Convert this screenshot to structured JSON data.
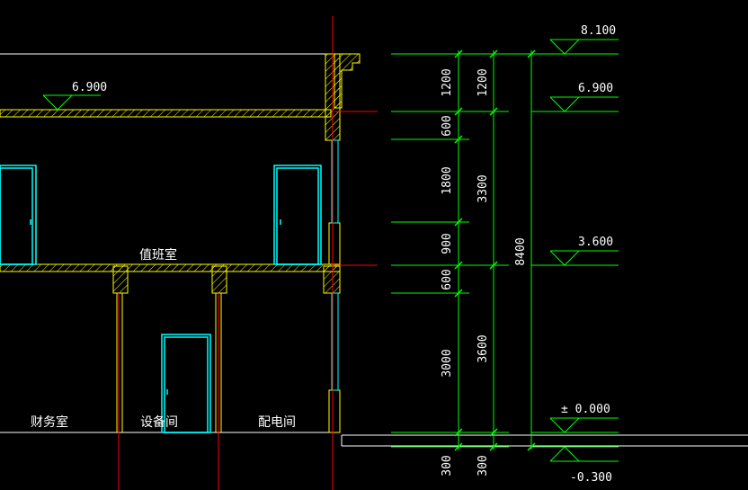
{
  "drawing": {
    "room_labels": {
      "duty_room": "值班室",
      "finance_room": "财务室",
      "equipment_room": "设备间",
      "power_room": "配电间"
    },
    "elevations": {
      "roof_top": "8.100",
      "second_floor_roof": "6.900",
      "second_floor": "3.600",
      "ground_floor": "± 0.000",
      "exterior_ground": "-0.300",
      "left_marker": "6.900"
    },
    "dimensions": {
      "chain_1": [
        "1200",
        "600",
        "1800",
        "900",
        "600",
        "3000",
        "300"
      ],
      "chain_2": [
        "1200",
        "3300",
        "3600",
        "300"
      ],
      "total": "8400"
    },
    "colors": {
      "background": "#000000",
      "outline": "#ffffff",
      "hatch": "#ffff00",
      "door": "#00ffff",
      "axis": "#ff0000",
      "dimension": "#00ff00",
      "text": "#ffffff"
    }
  }
}
